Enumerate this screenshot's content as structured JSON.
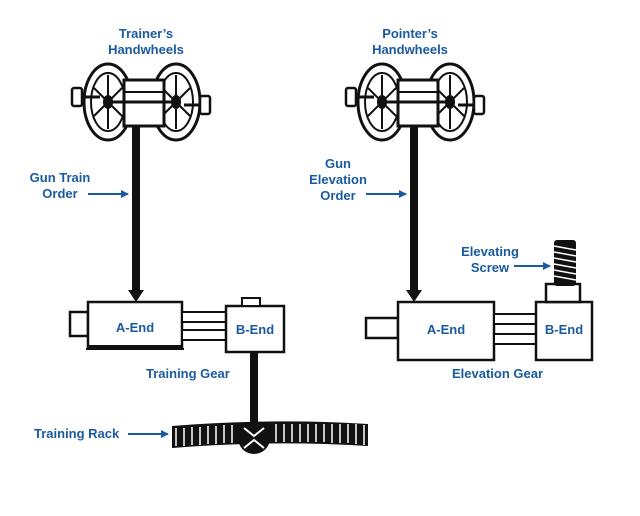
{
  "labels": {
    "trainer_handwheels": "Trainer’s\nHandwheels",
    "pointer_handwheels": "Pointer’s\nHandwheels",
    "gun_train_order": "Gun Train\nOrder",
    "gun_elevation_order": "Gun\nElevation\nOrder",
    "elevating_screw": "Elevating\nScrew",
    "a_end_left": "A-End",
    "b_end_left": "B-End",
    "a_end_right": "A-End",
    "b_end_right": "B-End",
    "training_gear": "Training Gear",
    "elevation_gear": "Elevation Gear",
    "training_rack": "Training Rack"
  },
  "colors": {
    "label_blue": "#1a5aa0",
    "ink": "#111111"
  }
}
